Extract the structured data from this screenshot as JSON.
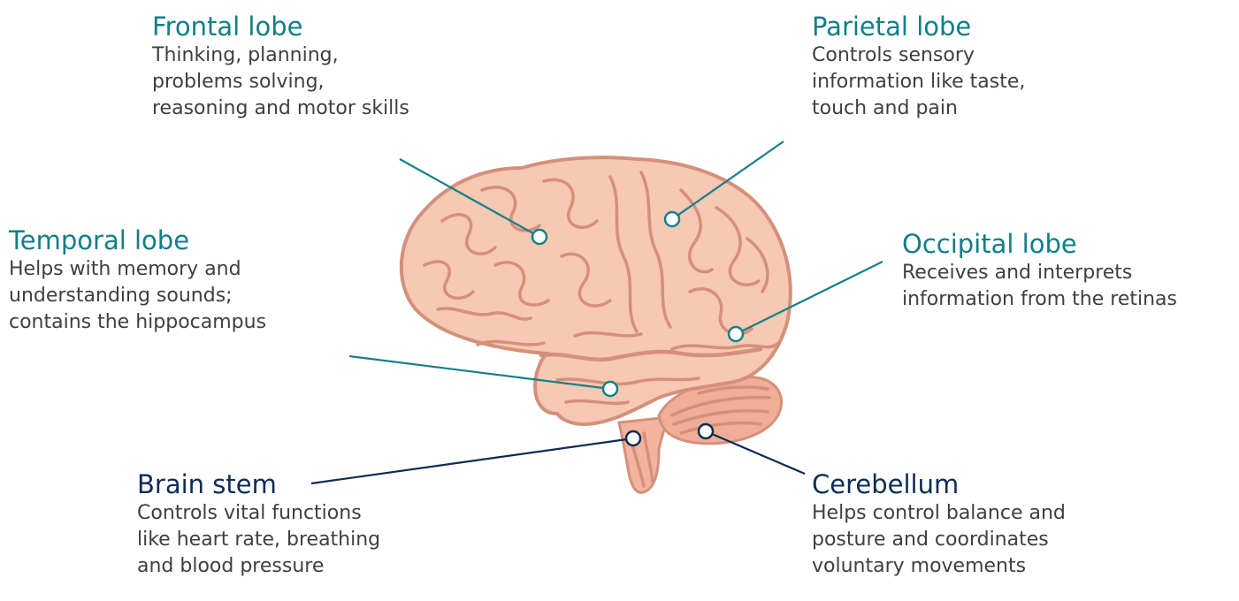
{
  "colors": {
    "teal": "#0f7f86",
    "navy": "#0d2c54",
    "brain_fill": "#f7c8b4",
    "brain_outline": "#d4907a",
    "body_text": "#3f3f3f"
  },
  "regions": {
    "frontal": {
      "title": "Frontal lobe",
      "lines": [
        "Thinking, planning,",
        "problems solving,",
        "reasoning and motor skills"
      ]
    },
    "parietal": {
      "title": "Parietal lobe",
      "lines": [
        "Controls sensory",
        "information like taste,",
        "touch and pain"
      ]
    },
    "temporal": {
      "title": "Temporal lobe",
      "lines": [
        "Helps with memory and",
        "understanding sounds;",
        "contains the hippocampus"
      ]
    },
    "occipital": {
      "title": "Occipital lobe",
      "lines": [
        "Receives and interprets",
        "information from the retinas"
      ]
    },
    "brain_stem": {
      "title": "Brain stem",
      "lines": [
        "Controls vital functions",
        "like heart rate, breathing",
        "and blood pressure"
      ]
    },
    "cerebellum": {
      "title": "Cerebellum",
      "lines": [
        "Helps control balance and",
        "posture and coordinates",
        "voluntary movements"
      ]
    }
  }
}
